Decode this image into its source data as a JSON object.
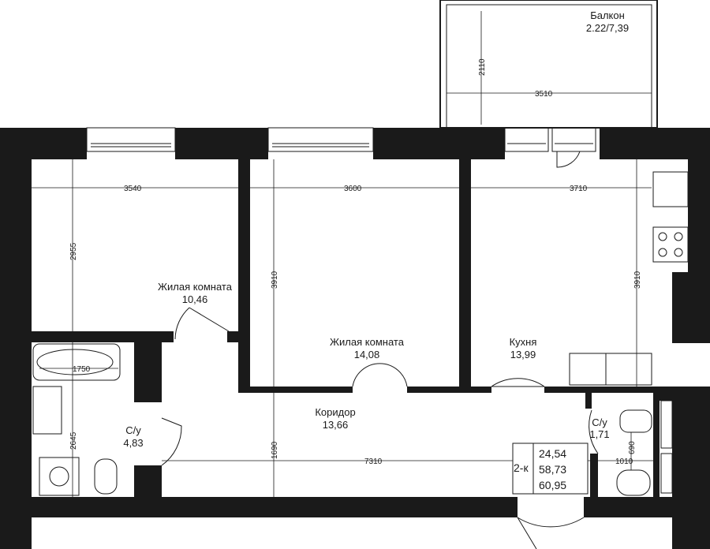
{
  "rooms": {
    "balcony": {
      "name": "Балкон",
      "area": "2.22/7,39"
    },
    "living1": {
      "name": "Жилая комната",
      "area": "10,46"
    },
    "living2": {
      "name": "Жилая комната",
      "area": "14,08"
    },
    "kitchen": {
      "name": "Кухня",
      "area": "13,99"
    },
    "corridor": {
      "name": "Коридор",
      "area": "13,66"
    },
    "bath_main": {
      "name": "С/у",
      "area": "4,83"
    },
    "bath_small": {
      "name": "С/у",
      "area": "1,71"
    }
  },
  "dimensions": {
    "balcony_height": "2110",
    "balcony_width": "3510",
    "room1_width": "3540",
    "room1_height": "2955",
    "room2_width": "3600",
    "room2_height": "3910",
    "kitchen_width": "3710",
    "kitchen_height": "3910",
    "bathtub_length": "1750",
    "bath_height": "2645",
    "corridor_height": "1690",
    "corridor_length": "7310",
    "small_bath_width": "1010",
    "small_bath_height": "690"
  },
  "summary": {
    "type": "2-к",
    "living_area": "24,54",
    "total_area": "58,73",
    "total_with_balcony": "60,95"
  },
  "colors": {
    "wall": "#1a1a1a",
    "line": "#1a1a1a",
    "background": "#ffffff"
  }
}
